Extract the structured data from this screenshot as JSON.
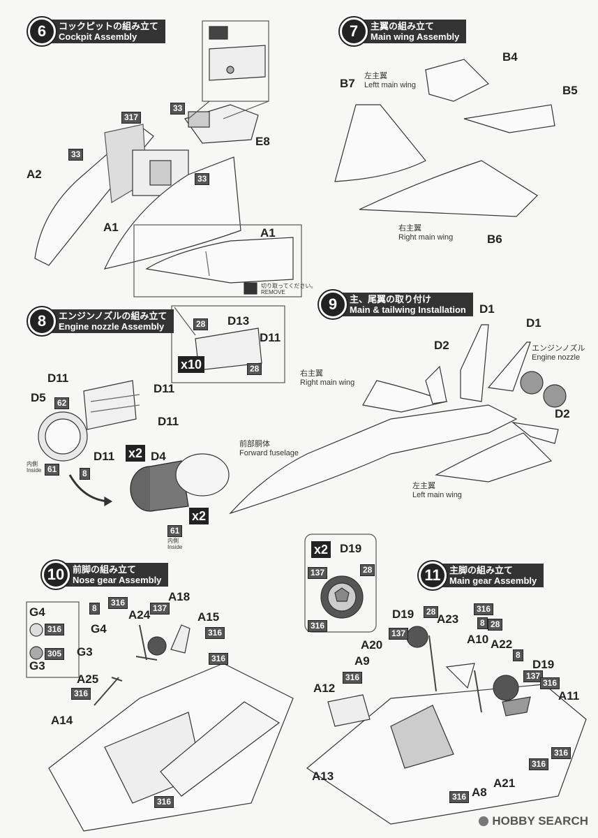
{
  "steps": [
    {
      "num": "6",
      "ja": "コックピットの組み立て",
      "en": "Cockpit Assembly"
    },
    {
      "num": "7",
      "ja": "主翼の組み立て",
      "en": "Main wing Assembly"
    },
    {
      "num": "8",
      "ja": "エンジンノズルの組み立て",
      "en": "Engine nozzle Assembly"
    },
    {
      "num": "9",
      "ja": "主、尾翼の取り付け",
      "en": "Main & tailwing Installation"
    },
    {
      "num": "10",
      "ja": "前脚の組み立て",
      "en": "Nose gear Assembly"
    },
    {
      "num": "11",
      "ja": "主脚の組み立て",
      "en": "Main gear Assembly"
    }
  ],
  "step6": {
    "parts": {
      "a2": "A2",
      "a1": "A1",
      "e8": "E8",
      "a1_detail": "A1"
    },
    "colors": {
      "c317": "317",
      "c33_a": "33",
      "c33_b": "33",
      "c33_c": "33"
    },
    "remove_ja": "切り取ってください。",
    "remove_en": "REMOVE"
  },
  "step7": {
    "parts": {
      "b4": "B4",
      "b5": "B5",
      "b6": "B6",
      "b7": "B7"
    },
    "left_ja": "左主翼",
    "left_en": "Leftt main wing",
    "right_ja": "右主翼",
    "right_en": "Right main wing"
  },
  "step8": {
    "parts": {
      "d11_a": "D11",
      "d11_b": "D11",
      "d11_c": "D11",
      "d11_d": "D11",
      "d11_inset": "D11",
      "d13": "D13",
      "d5": "D5",
      "d4": "D4"
    },
    "colors": {
      "c28_a": "28",
      "c28_b": "28",
      "c62": "62",
      "c61_a": "61",
      "c61_b": "61",
      "c8": "8"
    },
    "mult": {
      "x10": "x10",
      "x2_a": "x2",
      "x2_b": "x2"
    },
    "inside_ja_a": "内側",
    "inside_en_a": "Inside",
    "inside_ja_b": "内側",
    "inside_en_b": "Inside"
  },
  "step9": {
    "parts": {
      "d1_a": "D1",
      "d1_b": "D1",
      "d2_a": "D2",
      "d2_b": "D2"
    },
    "nozzle_ja": "エンジンノズル",
    "nozzle_en": "Engine nozzle",
    "right_ja": "右主翼",
    "right_en": "Right main wing",
    "fuselage_ja": "前部胴体",
    "fuselage_en": "Forward fuselage",
    "left_ja": "左主翼",
    "left_en": "Left  main wing"
  },
  "wheel": {
    "mult": "x2",
    "part": "D19",
    "c137": "137",
    "c28": "28",
    "c316": "316"
  },
  "step10": {
    "parts": {
      "g4_a": "G4",
      "g4_b": "G4",
      "g3_a": "G3",
      "g3_b": "G3",
      "a24": "A24",
      "a18": "A18",
      "a15": "A15",
      "a25": "A25",
      "a14": "A14"
    },
    "colors": {
      "c316_a": "316",
      "c305": "305",
      "c8": "8",
      "c316_b": "316",
      "c137": "137",
      "c316_c": "316",
      "c316_d": "316",
      "c316_e": "316",
      "c316_f": "316"
    }
  },
  "step11": {
    "parts": {
      "d19_a": "D19",
      "a23": "A23",
      "a20": "A20",
      "a10": "A10",
      "a22": "A22",
      "a9": "A9",
      "d19_b": "D19",
      "a12": "A12",
      "a11": "A11",
      "a13": "A13",
      "a8": "A8",
      "a21": "A21"
    },
    "colors": {
      "c28_a": "28",
      "c316_a": "316",
      "c8_a": "8",
      "c28_b": "28",
      "c137_a": "137",
      "c8_b": "8",
      "c316_b": "316",
      "c137_b": "137",
      "c316_c": "316",
      "c316_d": "316",
      "c316_e": "316",
      "c316_f": "316"
    }
  },
  "watermark": "HOBBY SEARCH"
}
